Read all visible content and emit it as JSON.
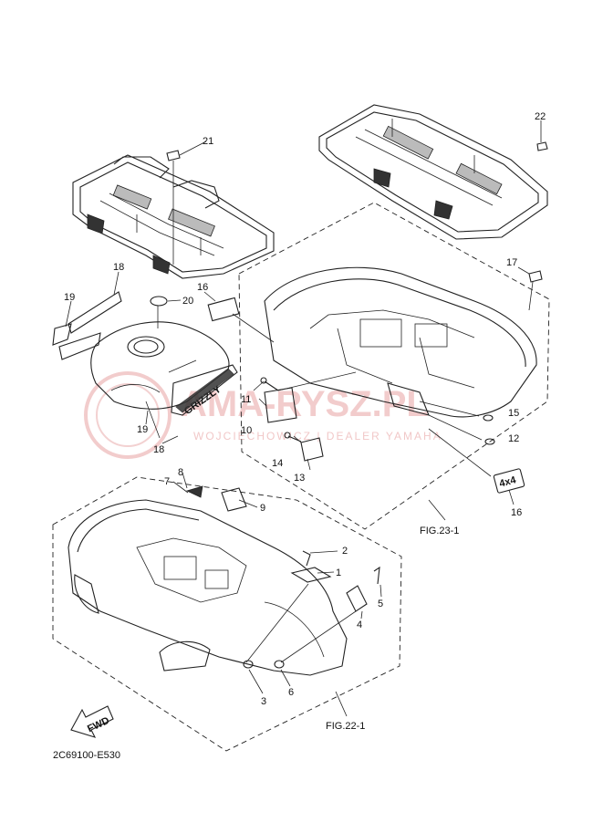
{
  "diagram": {
    "callouts": {
      "p1": "1",
      "p2": "2",
      "p3": "3",
      "p4": "4",
      "p5": "5",
      "p6": "6",
      "p7": "7",
      "p8": "8",
      "p9": "9",
      "p10": "10",
      "p11": "11",
      "p12": "12",
      "p13": "13",
      "p14": "14",
      "p15": "15",
      "p16_top": "16",
      "p16_bottom": "16",
      "p17": "17",
      "p18_top": "18",
      "p18_bottom": "18",
      "p19_top": "19",
      "p19_bottom": "19",
      "p20": "20",
      "p21": "21",
      "p22": "22"
    },
    "fig_refs": {
      "rear": "FIG.23-1",
      "front": "FIG.22-1"
    },
    "arrow_label": "FWD",
    "tank_decal_text": "GRIZZLY",
    "rear_decal_text": "4x4",
    "drawing_code": "2C69100-E530",
    "watermark": {
      "main": "AMA-RYSZ.PL",
      "sub": "WOJCIECHOWICZ | DEALER YAMAHA"
    }
  }
}
